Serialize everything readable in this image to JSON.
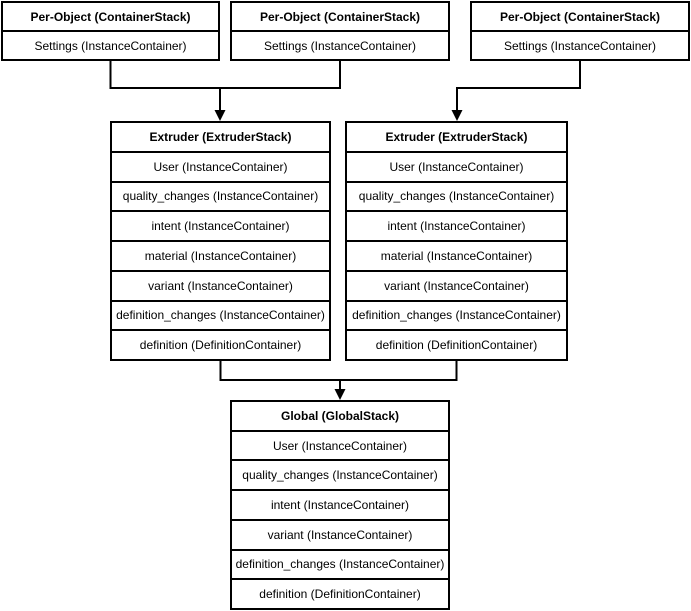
{
  "diagram": {
    "colors": {
      "border": "#000000",
      "fill": "#ffffff",
      "text": "#000000"
    },
    "nodes": [
      {
        "id": "per-object-1",
        "title": "Per-Object (ContainerStack)",
        "rows": [
          "Settings (InstanceContainer)"
        ]
      },
      {
        "id": "per-object-2",
        "title": "Per-Object (ContainerStack)",
        "rows": [
          "Settings (InstanceContainer)"
        ]
      },
      {
        "id": "per-object-3",
        "title": "Per-Object (ContainerStack)",
        "rows": [
          "Settings (InstanceContainer)"
        ]
      },
      {
        "id": "extruder-1",
        "title": "Extruder (ExtruderStack)",
        "rows": [
          "User (InstanceContainer)",
          "quality_changes (InstanceContainer)",
          "intent (InstanceContainer)",
          "material (InstanceContainer)",
          "variant (InstanceContainer)",
          "definition_changes (InstanceContainer)",
          "definition (DefinitionContainer)"
        ]
      },
      {
        "id": "extruder-2",
        "title": "Extruder (ExtruderStack)",
        "rows": [
          "User (InstanceContainer)",
          "quality_changes (InstanceContainer)",
          "intent (InstanceContainer)",
          "material (InstanceContainer)",
          "variant (InstanceContainer)",
          "definition_changes (InstanceContainer)",
          "definition (DefinitionContainer)"
        ]
      },
      {
        "id": "global",
        "title": "Global (GlobalStack)",
        "rows": [
          "User (InstanceContainer)",
          "quality_changes (InstanceContainer)",
          "intent (InstanceContainer)",
          "variant (InstanceContainer)",
          "definition_changes (InstanceContainer)",
          "definition (DefinitionContainer)"
        ]
      }
    ],
    "edges": [
      {
        "from": "per-object-1",
        "to": "extruder-1"
      },
      {
        "from": "per-object-2",
        "to": "extruder-1"
      },
      {
        "from": "per-object-3",
        "to": "extruder-2"
      },
      {
        "from": "extruder-1",
        "to": "global"
      },
      {
        "from": "extruder-2",
        "to": "global"
      }
    ]
  }
}
